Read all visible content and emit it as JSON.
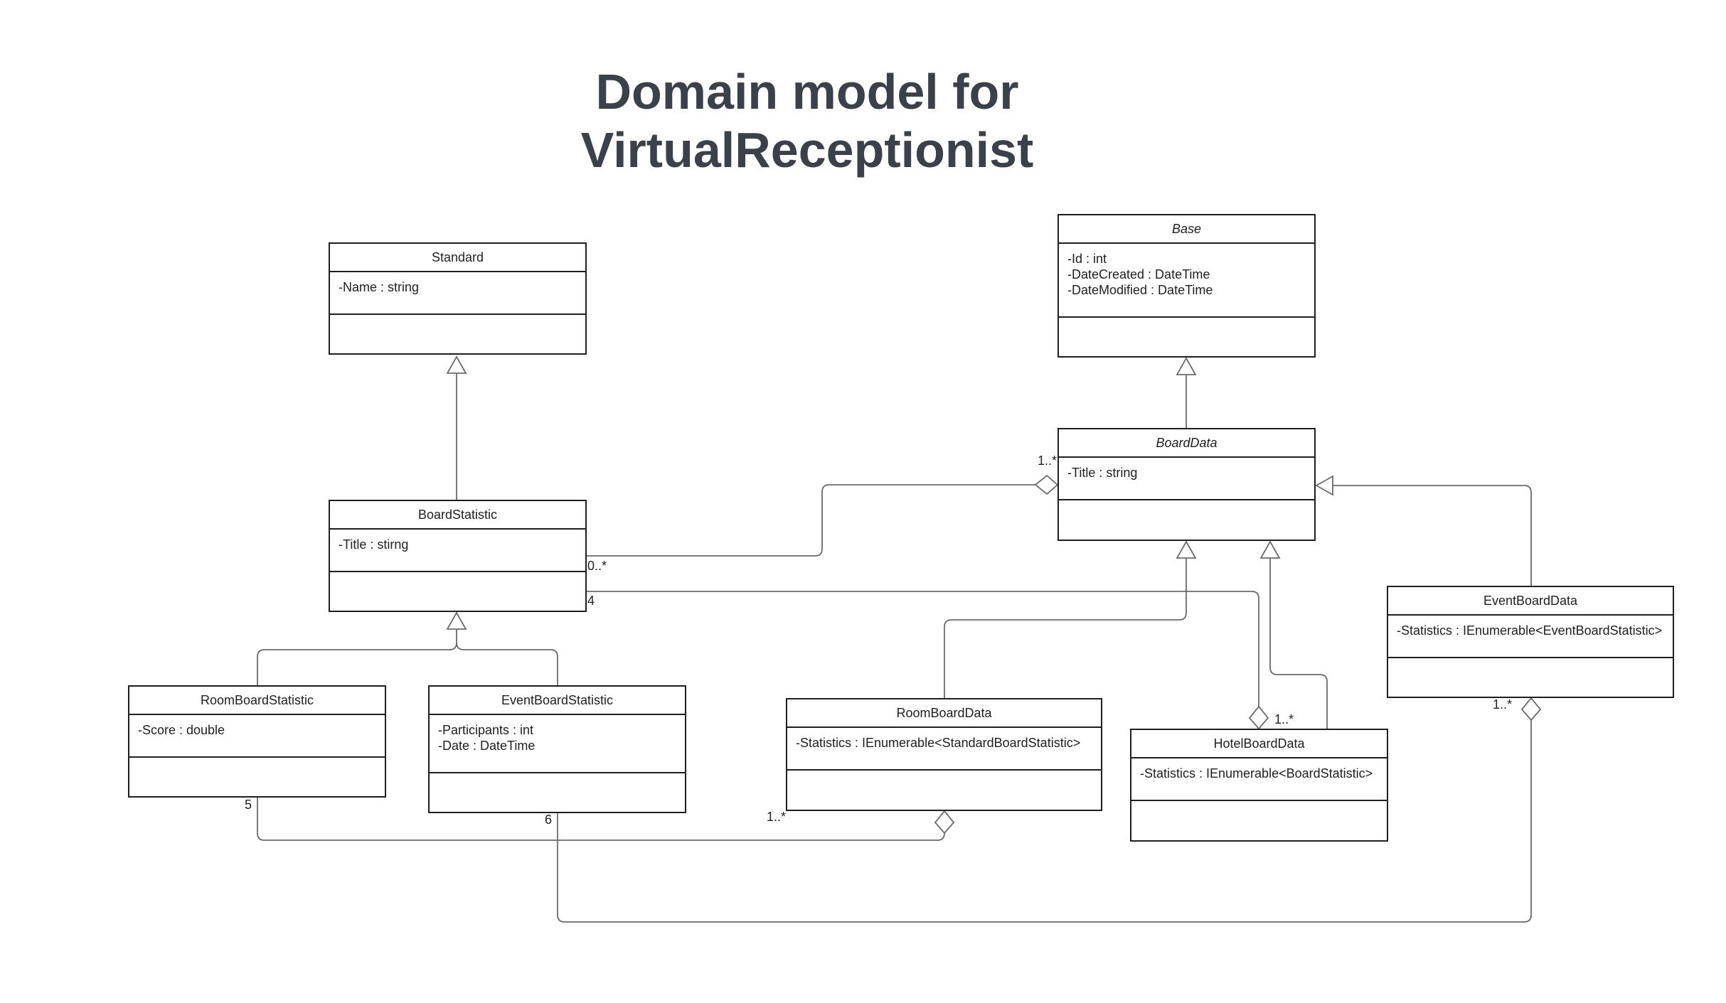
{
  "title": {
    "line1": "Domain model for",
    "line2": "VirtualReceptionist"
  },
  "classes": {
    "standard": {
      "name": "Standard",
      "attributes": [
        "-Name : string"
      ],
      "abstract": false
    },
    "base": {
      "name": "Base",
      "attributes": [
        "-Id : int",
        "-DateCreated : DateTime",
        "-DateModified : DateTime"
      ],
      "abstract": true
    },
    "board_data": {
      "name": "BoardData",
      "attributes": [
        "-Title : string"
      ],
      "abstract": true
    },
    "board_statistic": {
      "name": "BoardStatistic",
      "attributes": [
        "-Title : stirng"
      ],
      "abstract": false
    },
    "event_board_data": {
      "name": "EventBoardData",
      "attributes": [
        "-Statistics : IEnumerable<EventBoardStatistic>"
      ],
      "abstract": false
    },
    "room_board_statistic": {
      "name": "RoomBoardStatistic",
      "attributes": [
        "-Score : double"
      ],
      "abstract": false
    },
    "event_board_statistic": {
      "name": "EventBoardStatistic",
      "attributes": [
        "-Participants : int",
        "-Date : DateTime"
      ],
      "abstract": false
    },
    "room_board_data": {
      "name": "RoomBoardData",
      "attributes": [
        "-Statistics : IEnumerable<StandardBoardStatistic>"
      ],
      "abstract": false
    },
    "hotel_board_data": {
      "name": "HotelBoardData",
      "attributes": [
        "-Statistics : IEnumerable<BoardStatistic>"
      ],
      "abstract": false
    }
  },
  "multiplicities": {
    "boarddata_side": "1..*",
    "boardstatistic_side": "0..*",
    "boardstatistic_hotel": "4",
    "hotel_side": "1..*",
    "eventboarddata_side": "1..*",
    "roomboardstatistic_side": "5",
    "eventboardstatistic_side": "6",
    "roomboarddata_side": "1..*"
  },
  "colors": {
    "title": "#3a414b",
    "line": "#1f1f1f",
    "connector": "#6b6b6b"
  }
}
